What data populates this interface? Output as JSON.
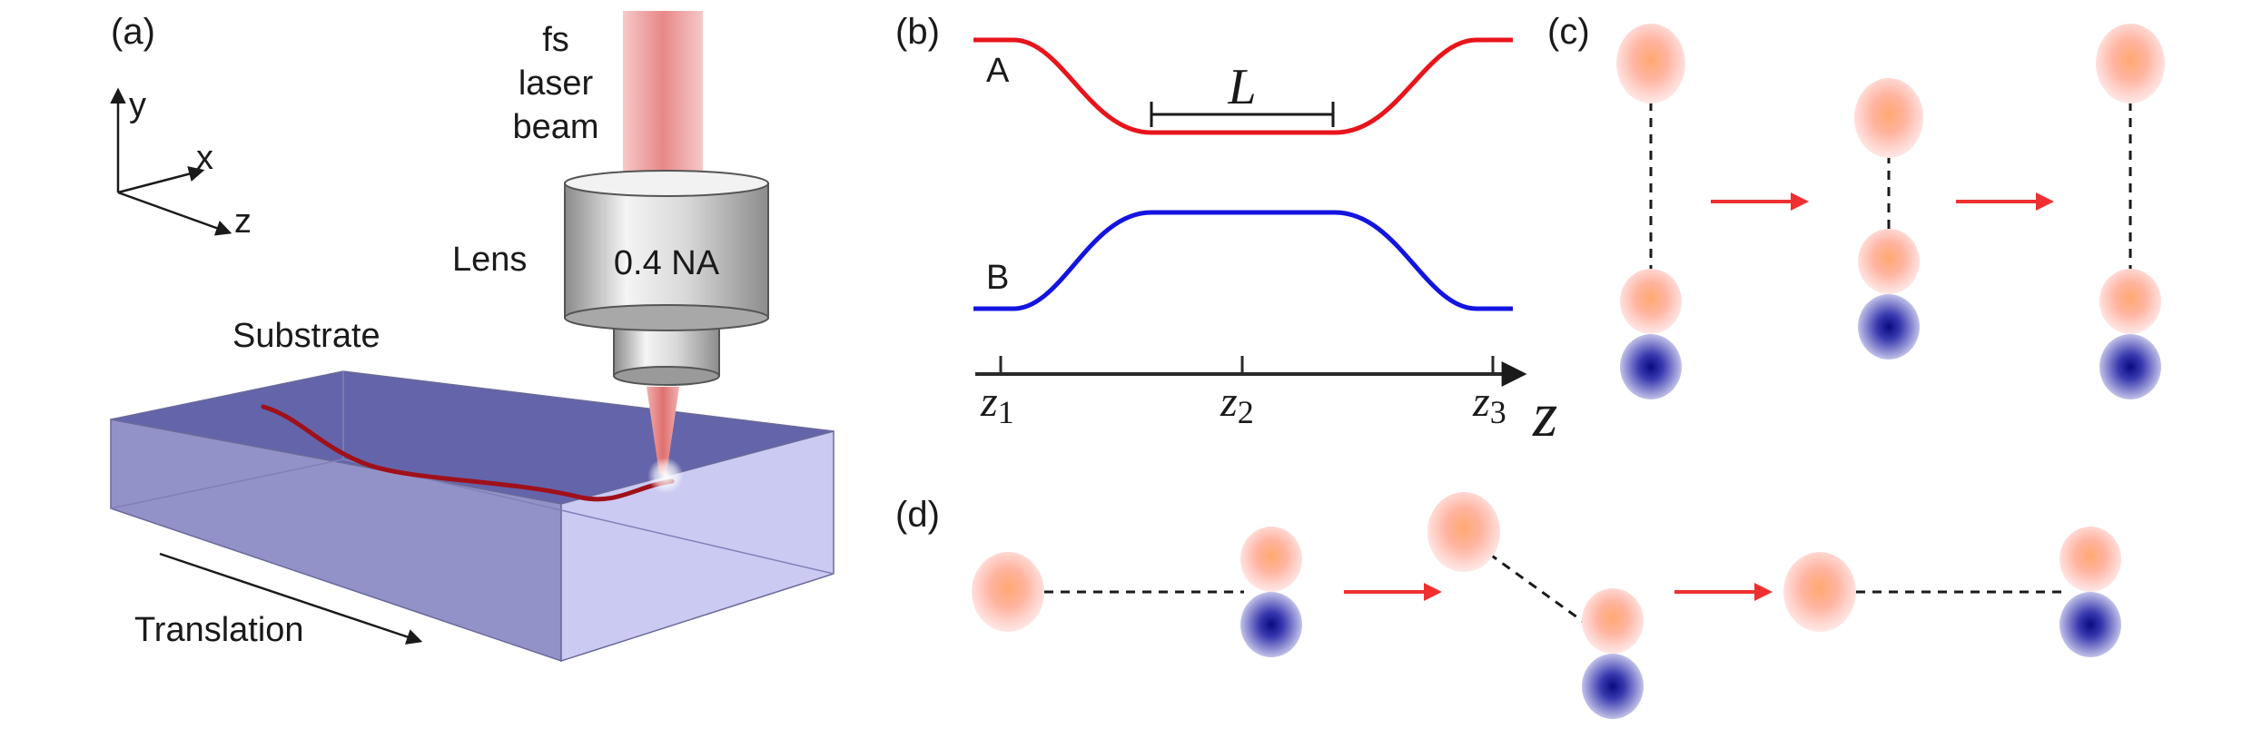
{
  "panels": {
    "a": {
      "label": "(a)",
      "axis_y": "y",
      "axis_x": "x",
      "axis_z": "z",
      "beam_label_line1": "fs",
      "beam_label_line2": "laser",
      "beam_label_line3": "beam",
      "lens_label": "Lens",
      "lens_na": "0.4 NA",
      "substrate_label": "Substrate",
      "translation_label": "Translation"
    },
    "b": {
      "label": "(b)",
      "curve_a": "A",
      "curve_b": "B",
      "length_label": "L",
      "axis_label": "z",
      "ticks": [
        {
          "base": "z",
          "sub": "1"
        },
        {
          "base": "z",
          "sub": "2"
        },
        {
          "base": "z",
          "sub": "3"
        }
      ]
    },
    "c": {
      "label": "(c)"
    },
    "d": {
      "label": "(d)"
    }
  },
  "colors": {
    "curve_a": "#e8141c",
    "curve_b": "#1414e0",
    "arrow": "#f03030",
    "substrate_top": "#5e5ea6",
    "substrate_front": "#8f8fc8",
    "substrate_side": "#c8c8f0",
    "waveguide": "#a0101a",
    "orb_red_center": "#ffb080",
    "orb_blue_center": "#10108a"
  }
}
